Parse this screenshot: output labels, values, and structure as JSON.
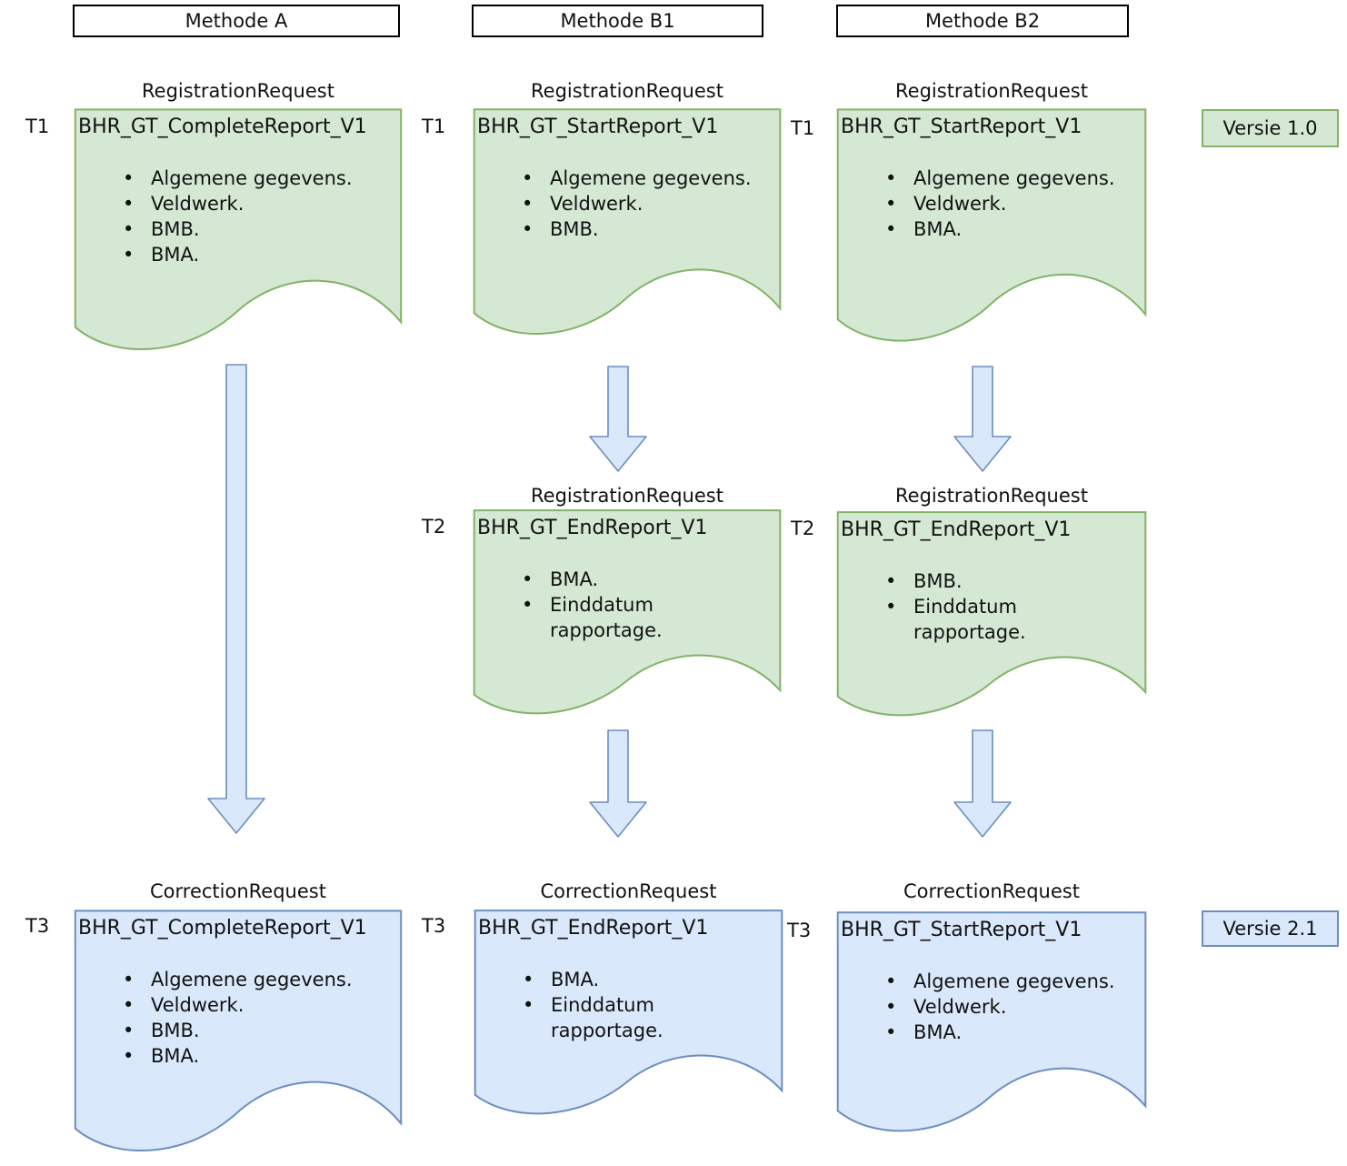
{
  "headers": [
    {
      "label": "Methode A"
    },
    {
      "label": "Methode B1"
    },
    {
      "label": "Methode B2"
    }
  ],
  "documents": [
    {
      "column": "Methode A",
      "request_type": "RegistrationRequest",
      "time_label": "T1",
      "title": "BHR_GT_CompleteReport_V1",
      "bullets": [
        "Algemene gegevens.",
        "Veldwerk.",
        "BMB.",
        "BMA."
      ],
      "color_scheme": "green"
    },
    {
      "column": "Methode B1",
      "request_type": "RegistrationRequest",
      "time_label": "T1",
      "title": "BHR_GT_StartReport_V1",
      "bullets": [
        "Algemene gegevens.",
        "Veldwerk.",
        "BMB."
      ],
      "color_scheme": "green"
    },
    {
      "column": "Methode B2",
      "request_type": "RegistrationRequest",
      "time_label": "T1",
      "title": "BHR_GT_StartReport_V1",
      "bullets": [
        "Algemene gegevens.",
        "Veldwerk.",
        "BMA."
      ],
      "color_scheme": "green"
    },
    {
      "column": "Methode B1",
      "request_type": "RegistrationRequest",
      "time_label": "T2",
      "title": "BHR_GT_EndReport_V1",
      "bullets": [
        "BMA.",
        "Einddatum rapportage."
      ],
      "color_scheme": "green"
    },
    {
      "column": "Methode B2",
      "request_type": "RegistrationRequest",
      "time_label": "T2",
      "title": "BHR_GT_EndReport_V1",
      "bullets": [
        "BMB.",
        "Einddatum rapportage."
      ],
      "color_scheme": "green"
    },
    {
      "column": "Methode A",
      "request_type": "CorrectionRequest",
      "time_label": "T3",
      "title": "BHR_GT_CompleteReport_V1",
      "bullets": [
        "Algemene gegevens.",
        "Veldwerk.",
        "BMB.",
        "BMA."
      ],
      "color_scheme": "blue"
    },
    {
      "column": "Methode B1",
      "request_type": "CorrectionRequest",
      "time_label": "T3",
      "title": "BHR_GT_EndReport_V1",
      "bullets": [
        "BMA.",
        "Einddatum rapportage."
      ],
      "color_scheme": "blue"
    },
    {
      "column": "Methode B2",
      "request_type": "CorrectionRequest",
      "time_label": "T3",
      "title": "BHR_GT_StartReport_V1",
      "bullets": [
        "Algemene gegevens.",
        "Veldwerk.",
        "BMA."
      ],
      "color_scheme": "blue"
    }
  ],
  "version_badges": [
    {
      "label": "Versie 1.0",
      "color_scheme": "green"
    },
    {
      "label": "Versie 2.1",
      "color_scheme": "blue"
    }
  ],
  "colors": {
    "green_fill": "#d5e8d4",
    "green_stroke": "#82b366",
    "blue_fill": "#dae8fc",
    "blue_stroke": "#6c8ebf",
    "header_border": "#000000"
  }
}
